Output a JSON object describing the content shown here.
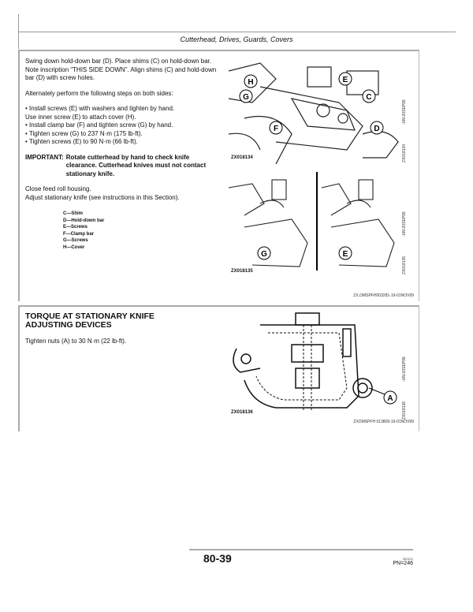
{
  "header": {
    "title": "Cutterhead, Drives, Guards, Covers"
  },
  "section1": {
    "paragraph1": "Swing down hold-down bar (D). Place shims (C) on hold-down bar. Note inscription “THIS SIDE DOWN”. Align shims (C) and hold-down bar (D) with screw holes.",
    "paragraph2": "Alternately perform the following steps on both sides:",
    "steps": [
      "• Install screws (E) with washers and tighten by hand.",
      "Use inner screw (E) to attach cover (H).",
      "• Install clamp bar (F) and tighten screw (G) by hand.",
      "• Tighten screw (G) to 237 N·m (175 lb-ft).",
      "• Tighten screws (E) to 90 N·m (66 lb-ft)."
    ],
    "important_label": "IMPORTANT:",
    "important_text": "Rotate cutterhead by hand to check knife clearance. Cutterhead knives must not contact stationary knife.",
    "paragraph3": "Close feed roll housing.",
    "paragraph4": "Adjust stationary knife (see instructions in this Section).",
    "legend": [
      "C—Shim",
      "D—Hold-down bar",
      "E—Screws",
      "F—Clamp bar",
      "G—Screws",
      "H—Cover"
    ],
    "figure1": {
      "id": "ZX018134",
      "side_code": "ZX018134",
      "side_date": "-UN-20SEP99",
      "callouts": [
        "H",
        "E",
        "G",
        "C",
        "F",
        "D"
      ]
    },
    "figure2": {
      "id": "ZX018135",
      "side_code": "ZX018135",
      "side_date": "-UN-20SEP99",
      "callouts": [
        "G",
        "E"
      ]
    },
    "caption": "ZX,OMSPFH003281-19-01NOV99"
  },
  "section2": {
    "title": "TORQUE AT STATIONARY KNIFE ADJUSTING DEVICES",
    "paragraph": "Tighten nuts (A) to 30 N·m (22 lb-ft).",
    "figure": {
      "id": "ZX018136",
      "side_code": "ZX018136",
      "side_date": "-UN-20SEP99",
      "callouts": [
        "A"
      ]
    },
    "caption": "ZXOMSPFH 013809-19-01NOV99"
  },
  "footer": {
    "page_number": "80-39",
    "date_code": "300101",
    "pn": "PN=246"
  }
}
